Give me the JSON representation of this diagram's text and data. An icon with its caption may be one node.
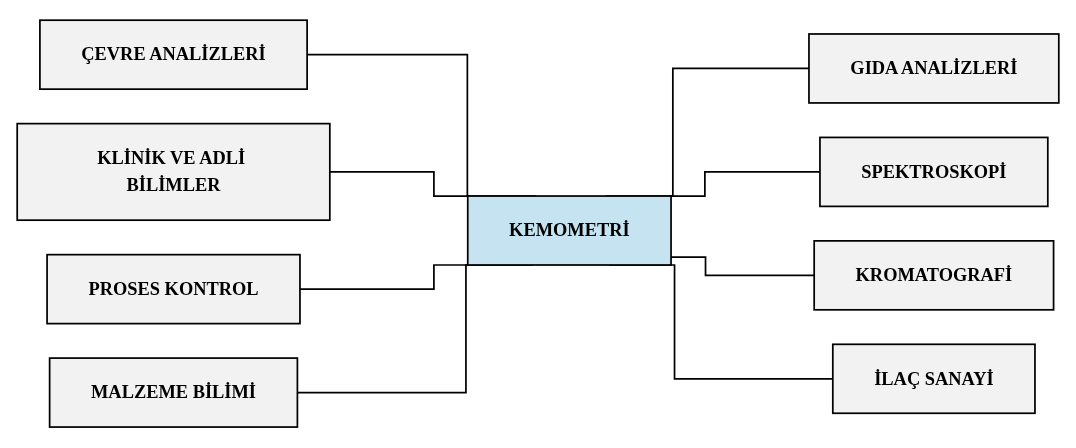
{
  "diagram": {
    "nodes": [
      {
        "text": [
          "ÇEVRE ANALİZLERİ"
        ]
      },
      {
        "text": [
          "KLİNİK VE ADLİ BİLİMLER"
        ]
      },
      {
        "text": [
          "PROSES KONTROL"
        ]
      },
      {
        "text": [
          "MALZEME BİLİMİ"
        ]
      },
      {
        "text": [
          "KEMOMETRİ"
        ]
      },
      {
        "text": [
          "GIDA ANALİZLERİ"
        ]
      },
      {
        "text": [
          "SPEKTROSKOPİ"
        ]
      },
      {
        "text": [
          "KROMATOGRAFİ"
        ]
      },
      {
        "text": [
          "İLAÇ SANAYİ"
        ]
      }
    ],
    "edges": [
      {
        "from": 0,
        "to": 4,
        "arrow": "none"
      },
      {
        "from": 1,
        "to": 4,
        "arrow": "none"
      },
      {
        "from": 2,
        "to": 4,
        "arrow": "none"
      },
      {
        "from": 3,
        "to": 4,
        "arrow": "none"
      },
      {
        "from": 4,
        "to": 5,
        "arrow": "none"
      },
      {
        "from": 4,
        "to": 6,
        "arrow": "none"
      },
      {
        "from": 4,
        "to": 7,
        "arrow": "none"
      },
      {
        "from": 4,
        "to": 8,
        "arrow": "none"
      }
    ]
  }
}
